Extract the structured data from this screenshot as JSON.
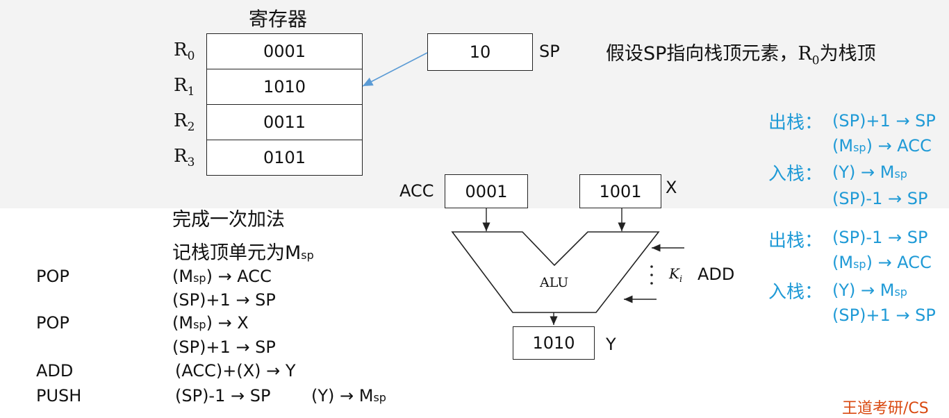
{
  "register_title": "寄存器",
  "registers": [
    {
      "label": "R",
      "sub": "0",
      "value": "0001"
    },
    {
      "label": "R",
      "sub": "1",
      "value": "1010"
    },
    {
      "label": "R",
      "sub": "2",
      "value": "0011"
    },
    {
      "label": "R",
      "sub": "3",
      "value": "0101"
    }
  ],
  "sp": {
    "value": "10",
    "label": "SP"
  },
  "assumption": {
    "prefix": "假设SP指向栈顶元素，",
    "reg": "R",
    "reg_sub": "0",
    "suffix": "为栈顶"
  },
  "alu": {
    "acc_label": "ACC",
    "acc_value": "0001",
    "x_value": "1001",
    "x_label": "X",
    "alu_label": "ALU",
    "ki_label": "K",
    "ki_sub": "i",
    "add_label": "ADD",
    "y_value": "1010",
    "y_label": "Y"
  },
  "notes": {
    "line1": "完成一次加法",
    "line2_prefix": "记栈顶单元为M",
    "line2_sub": "sp"
  },
  "program": [
    {
      "op": "POP",
      "pre": "(M",
      "sub": "sp",
      "post": ") → ACC"
    },
    {
      "op": "",
      "pre": "(SP)+1 → SP",
      "sub": "",
      "post": ""
    },
    {
      "op": "POP",
      "pre": "(M",
      "sub": "sp",
      "post": ") → X"
    },
    {
      "op": "",
      "pre": "(SP)+1 → SP",
      "sub": "",
      "post": ""
    },
    {
      "op": "ADD",
      "pre": "(ACC)+(X) → Y",
      "sub": "",
      "post": ""
    },
    {
      "op": "PUSH",
      "pre": "(SP)-1 → SP",
      "sub": "",
      "post": "",
      "extra_pre": "(Y) → M",
      "extra_sub": "sp"
    }
  ],
  "stack_rules": [
    {
      "title": "出栈：",
      "lines": [
        {
          "pre": "(SP)+1 → SP",
          "sub": "",
          "post": ""
        },
        {
          "pre": "(M",
          "sub": "sp",
          "post": ") → ACC"
        }
      ]
    },
    {
      "title": "入栈：",
      "lines": [
        {
          "pre": "(Y) → M",
          "sub": "sp",
          "post": ""
        },
        {
          "pre": "(SP)-1 → SP",
          "sub": "",
          "post": ""
        }
      ]
    },
    {
      "title": "出栈：",
      "lines": [
        {
          "pre": "(SP)-1 → SP",
          "sub": "",
          "post": ""
        },
        {
          "pre": "(M",
          "sub": "sp",
          "post": ") → ACC"
        }
      ]
    },
    {
      "title": "入栈：",
      "lines": [
        {
          "pre": "(Y) → M",
          "sub": "sp",
          "post": ""
        },
        {
          "pre": "(SP)+1 → SP",
          "sub": "",
          "post": ""
        }
      ]
    }
  ],
  "colors": {
    "accent_blue": "#1f9ad6",
    "arrow_blue": "#5b9bd5",
    "watermark": "#d9480f"
  },
  "watermark": "王道考研/CS"
}
